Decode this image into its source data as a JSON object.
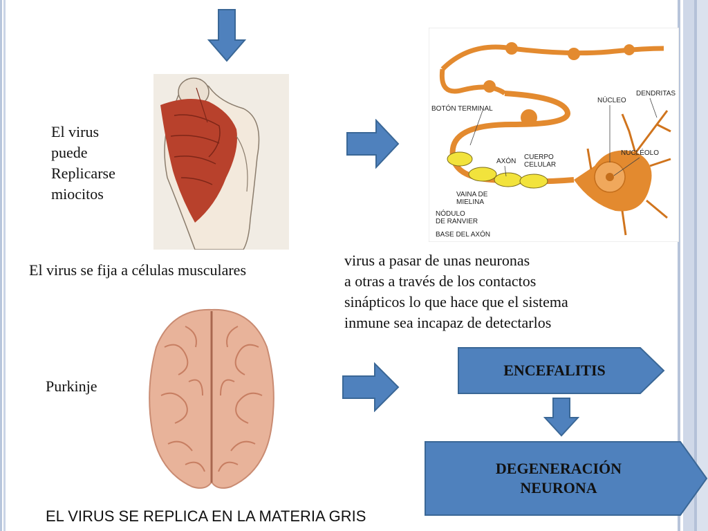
{
  "muscle": {
    "caption": "El virus\npuede\nReplicarse\nmiocitos",
    "label": "El virus se fija a células musculares"
  },
  "neuron": {
    "labels": {
      "boton": "BOTÓN TERMINAL",
      "nucleo": "NÚCLEO",
      "dendritas": "DENDRITAS",
      "axon": "AXÓN",
      "cuerpo": "CUERPO\nCELULAR",
      "nucleolo": "NUCLÉOLO",
      "vaina": "VAINA DE\nMIELINA",
      "nodulo": "NÓDULO\nDE RANVIER",
      "base": "BASE DEL AXÓN"
    },
    "description": "virus a pasar de unas neuronas\na otras a través de los contactos\nsinápticos lo que hace que el sistema\ninmune sea incapaz de detectarlos"
  },
  "brain": {
    "label": "Purkinje",
    "footer": "EL VIRUS SE REPLICA EN LA MATERIA GRIS"
  },
  "flow": {
    "box1": "ENCEFALITIS",
    "box2": "DEGENERACIÓN\nNEURONA"
  },
  "colors": {
    "arrow_fill": "#4f81bd",
    "arrow_stroke": "#3a6796",
    "box_fill": "#4f81bd",
    "muscle": "#b8412c",
    "neuron": "#e38a2f",
    "brain": "#e8b39a"
  }
}
